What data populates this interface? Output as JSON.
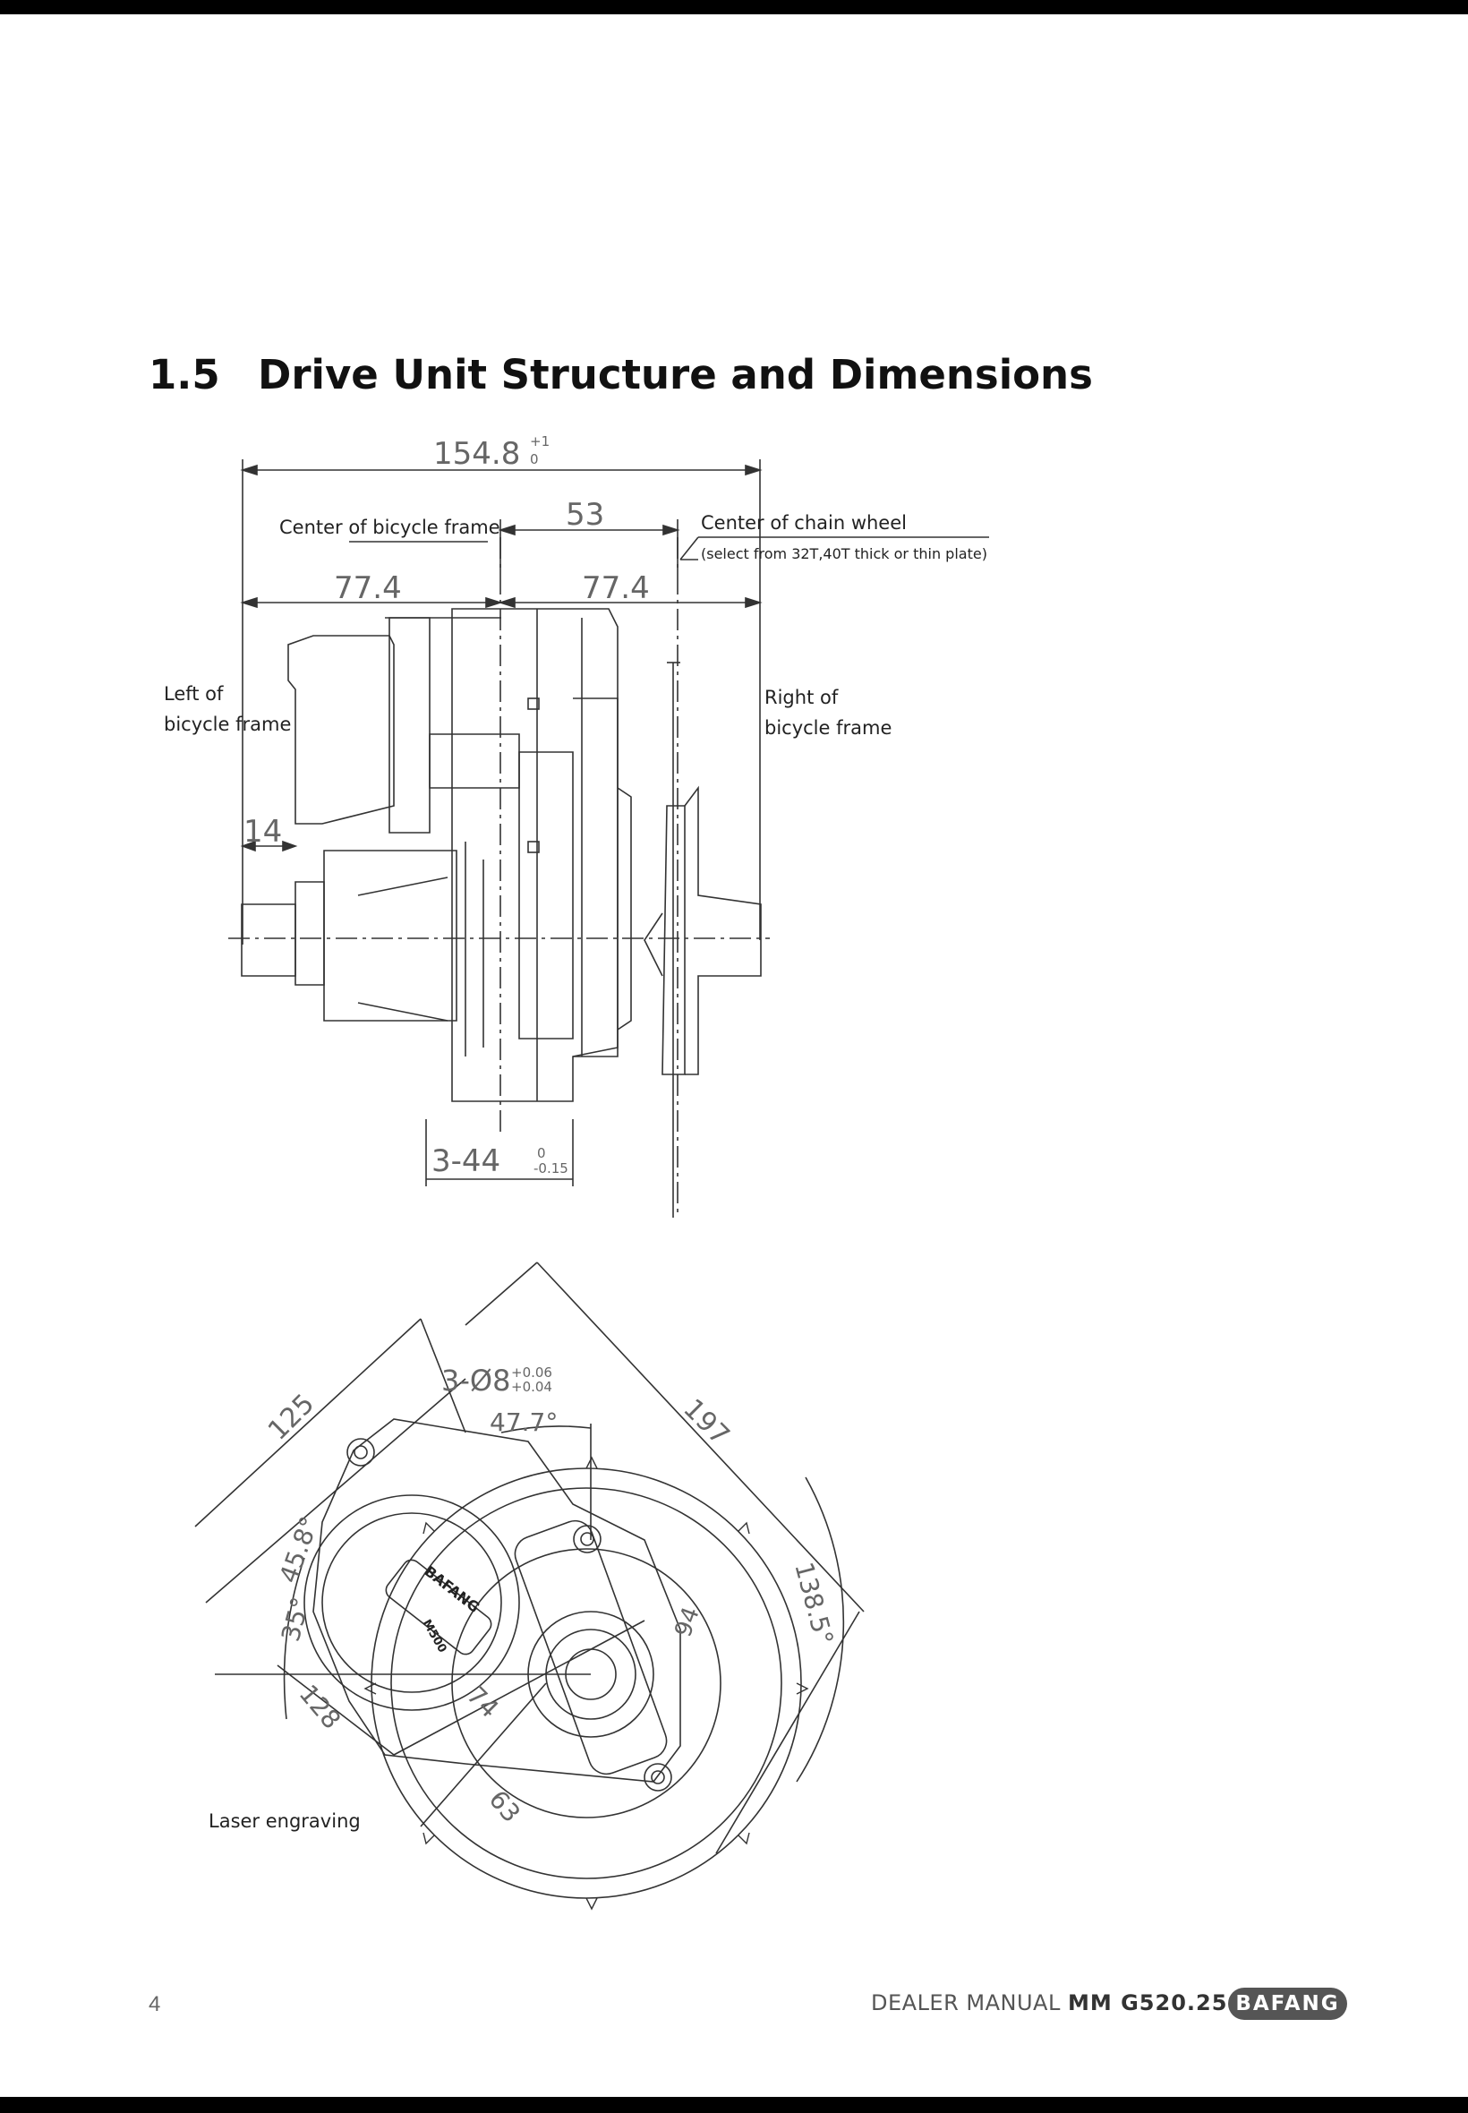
{
  "section": {
    "number": "1.5",
    "title": "Drive Unit Structure and Dimensions"
  },
  "top_view": {
    "overall_width": {
      "value": "154.8",
      "tol_upper": "+1",
      "tol_lower": "0"
    },
    "center_offset": "53",
    "half_left": "77.4",
    "half_right": "77.4",
    "spindle_offset": "14",
    "mount_spec": {
      "value": "3-44",
      "tol_upper": "0",
      "tol_lower": "-0.15"
    },
    "label_center_frame": "Center of bicycle frame",
    "label_center_chainwheel": "Center of chain wheel",
    "label_chainwheel_note": "(select from 32T,40T thick or thin plate)",
    "label_left_frame": [
      "Left of",
      "bicycle frame"
    ],
    "label_right_frame": [
      "Right of",
      "bicycle frame"
    ]
  },
  "side_view": {
    "dim_125": "125",
    "hole_spec": {
      "value": "3-Ø8",
      "tol_upper": "+0.06",
      "tol_lower": "+0.04"
    },
    "angle_47_7": "47.7°",
    "dim_197": "197",
    "angle_45_8": "45.8°",
    "angle_35": "35°",
    "angle_138_5": "138.5°",
    "dim_128": "128",
    "dim_74": "74",
    "dim_63": "63",
    "dim_94": "94",
    "logo_text": "BAFANG",
    "model_text": "M500",
    "label_laser": "Laser engraving"
  },
  "footer": {
    "page_number": "4",
    "manual_label": "DEALER MANUAL",
    "model": "MM G520.250",
    "brand": "BAFANG"
  }
}
